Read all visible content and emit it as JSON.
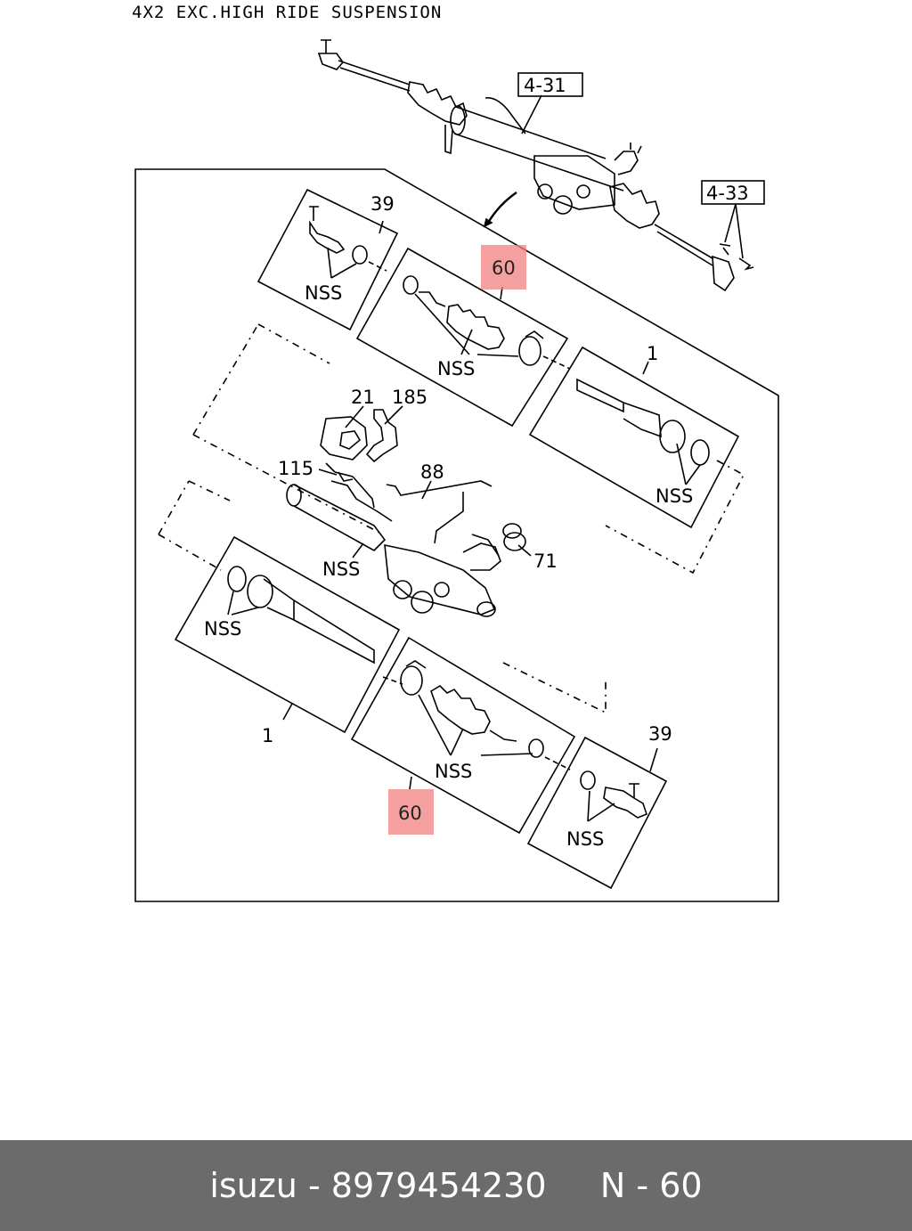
{
  "caption": "4X2 EXC.HIGH RIDE SUSPENSION",
  "refs": {
    "rack_assembly": "4-31",
    "nut_ref": "4-33"
  },
  "labels": {
    "boot_kit_upper": "60",
    "boot_kit_lower": "60",
    "tie_rod_end_upper": "39",
    "tie_rod_end_lower": "39",
    "inner_rod_upper": "1",
    "inner_rod_lower": "1",
    "mount_21": "21",
    "bracket_185": "185",
    "clip_115": "115",
    "pipe_88": "88",
    "seal_71": "71",
    "nss_tie_rod_upper": "NSS",
    "nss_boot_upper": "NSS",
    "nss_inner_upper": "NSS",
    "nss_housing": "NSS",
    "nss_inner_lower": "NSS",
    "nss_boot_lower": "NSS",
    "nss_tie_rod_lower": "NSS"
  },
  "highlight_color": "#f08080",
  "footer": {
    "text": "isuzu - 8979454230     N - 60"
  }
}
